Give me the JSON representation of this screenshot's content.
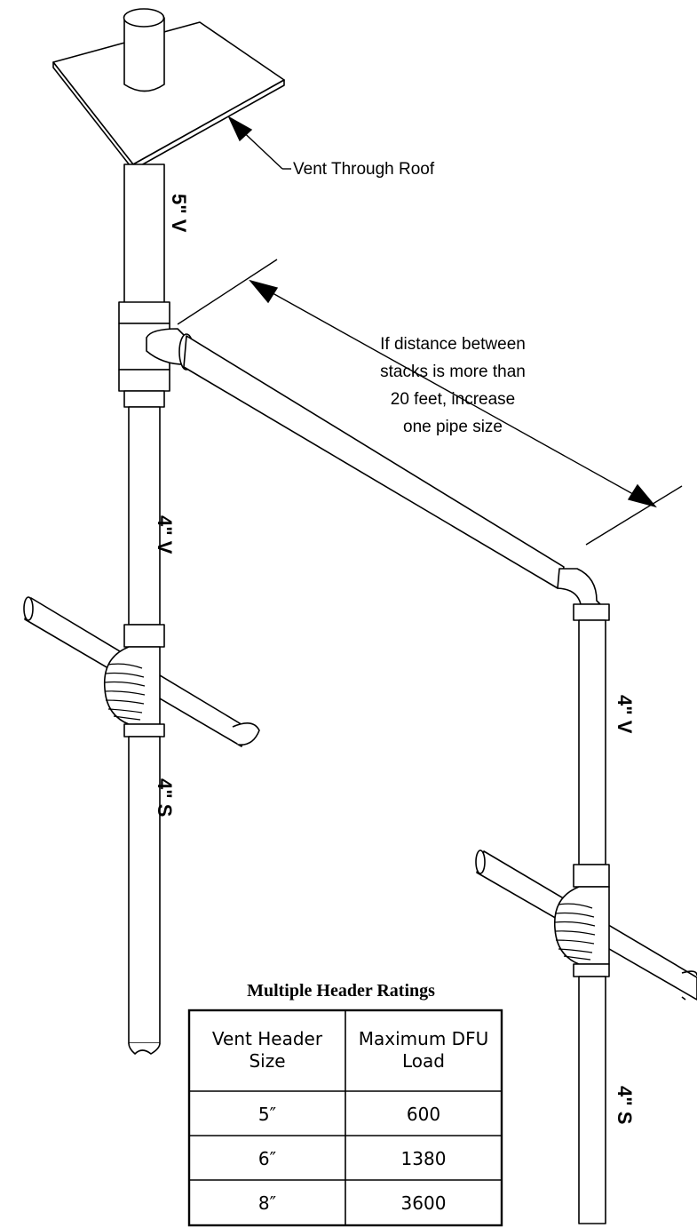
{
  "diagram": {
    "labels": {
      "vent_through_roof": "Vent Through Roof",
      "note_line1": "If distance between",
      "note_line2": "stacks is more than",
      "note_line3": "20 feet, increase",
      "note_line4": "one pipe size",
      "pipe_top": "5\" V",
      "pipe_left_mid": "4\" V",
      "pipe_left_bottom": "4\" S",
      "pipe_right_mid": "4\" V",
      "pipe_right_bottom": "4\" S"
    }
  },
  "table": {
    "title": "Multiple Header Ratings",
    "headers": [
      [
        "Vent Header",
        "Size"
      ],
      [
        "Maximum DFU",
        "Load"
      ]
    ],
    "rows": [
      [
        "5″",
        "600"
      ],
      [
        "6″",
        "1380"
      ],
      [
        "8″",
        "3600"
      ]
    ]
  }
}
